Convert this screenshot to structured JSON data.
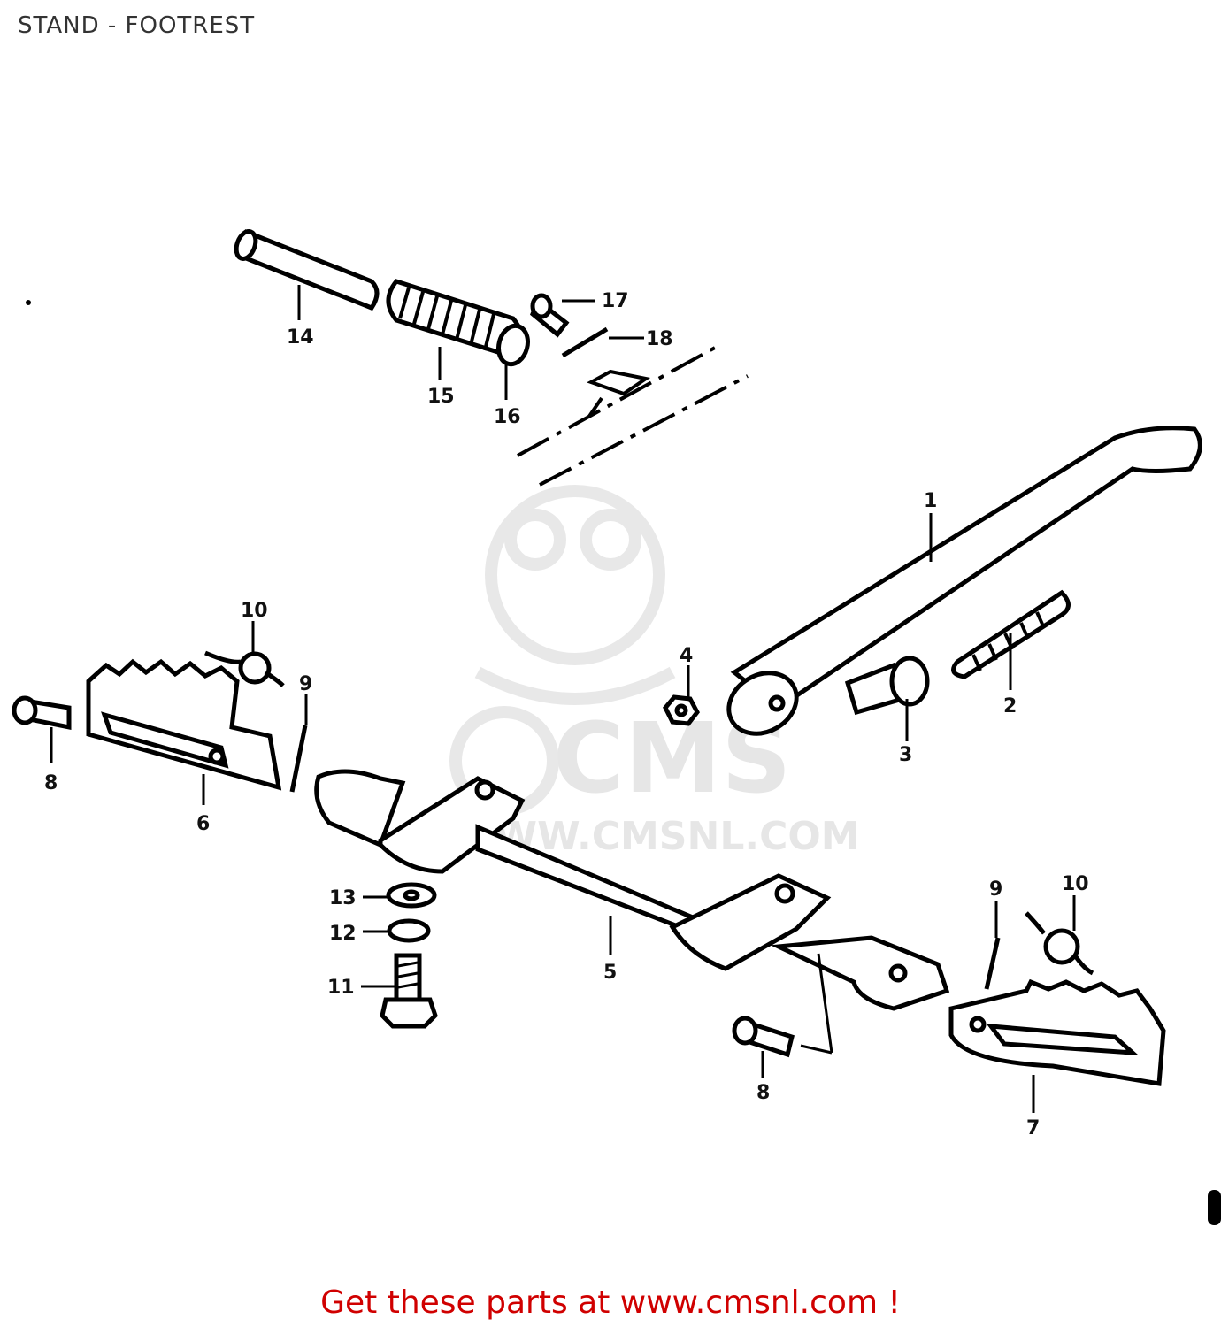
{
  "title": "STAND - FOOTREST",
  "footer": {
    "link_text": "Get these parts at www.cmsnl.com !",
    "color": "#d00000"
  },
  "watermark": {
    "text_main": "CMS",
    "text_url": "WWW.CMSNL.COM",
    "color": "#e6e6e6"
  },
  "callouts": {
    "c1": "1",
    "c2": "2",
    "c3": "3",
    "c4": "4",
    "c5": "5",
    "c6": "6",
    "c7": "7",
    "c8a": "8",
    "c8b": "8",
    "c9a": "9",
    "c9b": "9",
    "c10a": "10",
    "c10b": "10",
    "c11": "11",
    "c12": "12",
    "c13": "13",
    "c14": "14",
    "c15": "15",
    "c16": "16",
    "c17": "17",
    "c18": "18"
  }
}
